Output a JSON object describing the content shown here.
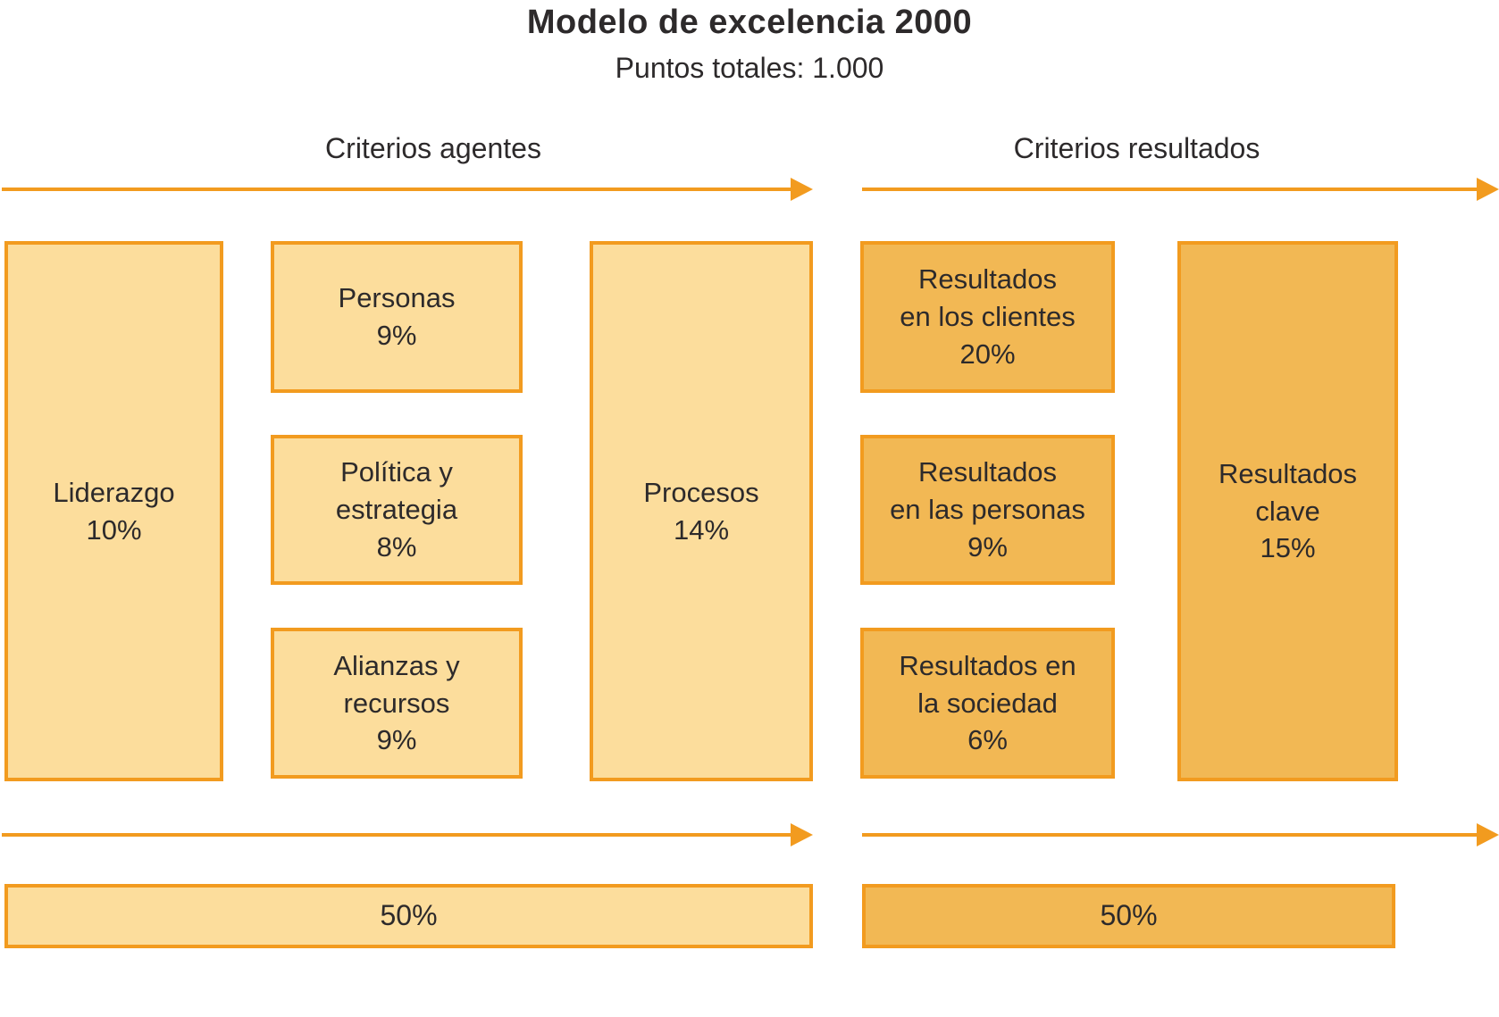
{
  "title": "Modelo de excelencia 2000",
  "subtitle": "Puntos totales: 1.000",
  "section_labels": {
    "agents": "Criterios agentes",
    "results": "Criterios resultados"
  },
  "agent_boxes": {
    "liderazgo": "Liderazgo\n10%",
    "personas": "Personas\n9%",
    "politica_estrategia": "Política y\nestrategia\n8%",
    "alianzas_recursos": "Alianzas y\nrecursos\n9%",
    "procesos": "Procesos\n14%"
  },
  "result_boxes": {
    "clientes": "Resultados\nen los clientes\n20%",
    "personas": "Resultados\nen las personas\n9%",
    "sociedad": "Resultados en\nla sociedad\n6%",
    "clave": "Resultados\nclave\n15%"
  },
  "totals": {
    "agents": "50%",
    "results": "50%"
  },
  "colors": {
    "light_fill": "#FCDD9C",
    "dark_fill": "#F2B854",
    "border_orange": "#F29B1F",
    "text": "#2D2A2B"
  }
}
